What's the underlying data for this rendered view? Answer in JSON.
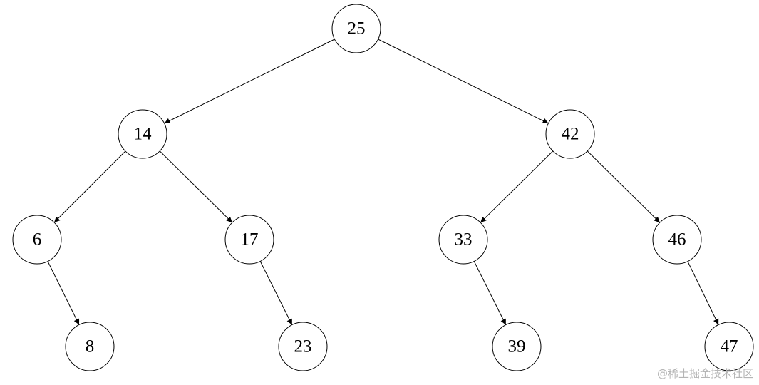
{
  "tree": {
    "nodes": [
      {
        "id": "n25",
        "label": "25"
      },
      {
        "id": "n14",
        "label": "14"
      },
      {
        "id": "n42",
        "label": "42"
      },
      {
        "id": "n6",
        "label": "6"
      },
      {
        "id": "n17",
        "label": "17"
      },
      {
        "id": "n33",
        "label": "33"
      },
      {
        "id": "n46",
        "label": "46"
      },
      {
        "id": "n8",
        "label": "8"
      },
      {
        "id": "n23",
        "label": "23"
      },
      {
        "id": "n39",
        "label": "39"
      },
      {
        "id": "n47",
        "label": "47"
      }
    ],
    "edges": [
      {
        "from": "n25",
        "to": "n14"
      },
      {
        "from": "n25",
        "to": "n42"
      },
      {
        "from": "n14",
        "to": "n6"
      },
      {
        "from": "n14",
        "to": "n17"
      },
      {
        "from": "n42",
        "to": "n33"
      },
      {
        "from": "n42",
        "to": "n46"
      },
      {
        "from": "n6",
        "to": "n8"
      },
      {
        "from": "n17",
        "to": "n23"
      },
      {
        "from": "n33",
        "to": "n39"
      },
      {
        "from": "n46",
        "to": "n47"
      }
    ]
  },
  "watermark": "@稀土掘金技术社区"
}
